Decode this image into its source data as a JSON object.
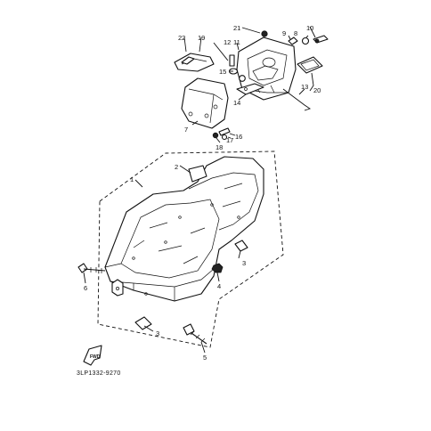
{
  "diagram": {
    "callouts": [
      {
        "id": "c1",
        "text": "1"
      },
      {
        "id": "c2",
        "text": "2"
      },
      {
        "id": "c3a",
        "text": "3"
      },
      {
        "id": "c3b",
        "text": "3"
      },
      {
        "id": "c4",
        "text": "4"
      },
      {
        "id": "c5",
        "text": "5"
      },
      {
        "id": "c6",
        "text": "6"
      },
      {
        "id": "c7",
        "text": "7"
      },
      {
        "id": "c8",
        "text": "8"
      },
      {
        "id": "c9",
        "text": "9"
      },
      {
        "id": "c10",
        "text": "10"
      },
      {
        "id": "c11",
        "text": "11"
      },
      {
        "id": "c12",
        "text": "12"
      },
      {
        "id": "c13",
        "text": "13"
      },
      {
        "id": "c14",
        "text": "14"
      },
      {
        "id": "c15",
        "text": "15"
      },
      {
        "id": "c16",
        "text": "16"
      },
      {
        "id": "c17",
        "text": "17"
      },
      {
        "id": "c18",
        "text": "18"
      },
      {
        "id": "c19",
        "text": "19"
      },
      {
        "id": "c20",
        "text": "20"
      },
      {
        "id": "c21",
        "text": "21"
      },
      {
        "id": "c22",
        "text": "22"
      }
    ],
    "front_arrow_label": "FWD",
    "catalog_code": "3LP1332-9270"
  }
}
